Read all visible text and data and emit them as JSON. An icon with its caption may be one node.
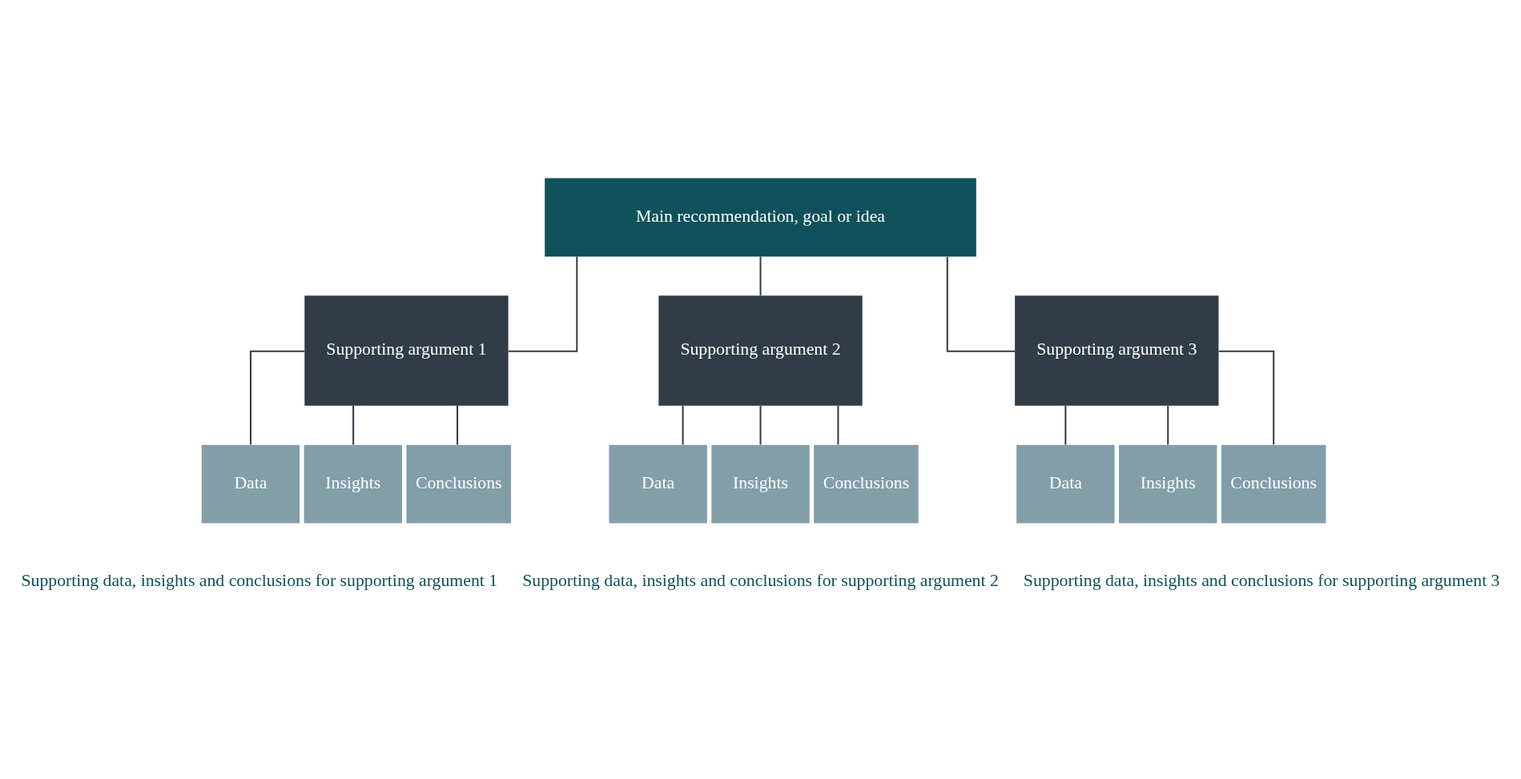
{
  "diagram": {
    "nodes": [
      {
        "text": [
          "Main recommendation, goal or idea"
        ]
      },
      {
        "text": [
          "Supporting argument 1"
        ]
      },
      {
        "text": [
          "Supporting argument 2"
        ]
      },
      {
        "text": [
          "Supporting argument 3"
        ]
      },
      {
        "text": [
          "Data"
        ]
      },
      {
        "text": [
          "Insights"
        ]
      },
      {
        "text": [
          "Conclusions"
        ]
      },
      {
        "text": [
          "Data"
        ]
      },
      {
        "text": [
          "Insights"
        ]
      },
      {
        "text": [
          "Conclusions"
        ]
      },
      {
        "text": [
          "Data"
        ]
      },
      {
        "text": [
          "Insights"
        ]
      },
      {
        "text": [
          "Conclusions"
        ]
      }
    ],
    "edges": [
      {
        "from": 0,
        "to": 1,
        "arrow": "none"
      },
      {
        "from": 0,
        "to": 2,
        "arrow": "none"
      },
      {
        "from": 0,
        "to": 3,
        "arrow": "none"
      },
      {
        "from": 1,
        "to": 4,
        "arrow": "none"
      },
      {
        "from": 1,
        "to": 5,
        "arrow": "none"
      },
      {
        "from": 1,
        "to": 6,
        "arrow": "none"
      },
      {
        "from": 2,
        "to": 7,
        "arrow": "none"
      },
      {
        "from": 2,
        "to": 8,
        "arrow": "none"
      },
      {
        "from": 2,
        "to": 9,
        "arrow": "none"
      },
      {
        "from": 3,
        "to": 10,
        "arrow": "none"
      },
      {
        "from": 3,
        "to": 11,
        "arrow": "none"
      },
      {
        "from": 3,
        "to": 12,
        "arrow": "none"
      }
    ],
    "labels": [
      "Supporting data, insights and conclusions for supporting argument 1",
      "Supporting data, insights and conclusions for supporting argument 2",
      "Supporting data, insights and conclusions for supporting argument 3"
    ]
  }
}
